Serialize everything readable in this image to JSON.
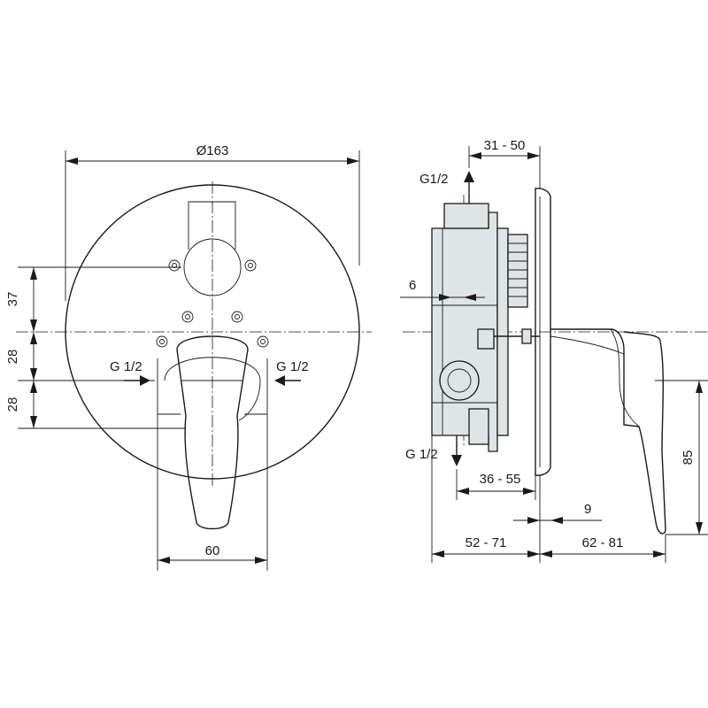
{
  "front_view": {
    "diameter_label": "Ø163",
    "dim_37": "37",
    "dim_28_upper": "28",
    "dim_28_lower": "28",
    "inlet_left": "G 1/2",
    "inlet_right": "G 1/2",
    "dim_60": "60"
  },
  "side_view": {
    "outlet_top": "G1/2",
    "outlet_bottom": "G 1/2",
    "dim_31_50": "31 - 50",
    "dim_6": "6",
    "dim_36_55": "36 - 55",
    "dim_9": "9",
    "dim_85": "85",
    "dim_52_71": "52 - 71",
    "dim_62_81": "62 - 81"
  },
  "colors": {
    "line": "#1a1a1a",
    "body_fill": "#dfe5e5"
  }
}
